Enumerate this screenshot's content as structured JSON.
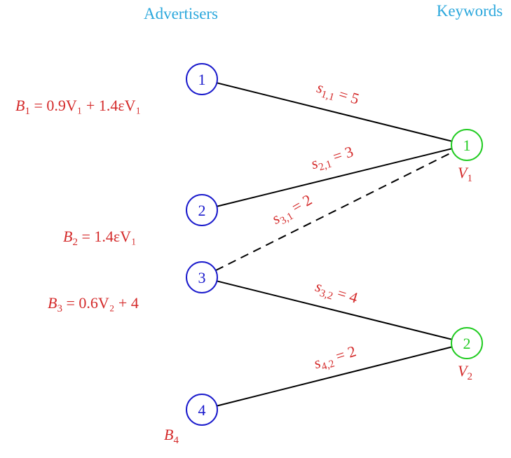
{
  "headers": {
    "advertisers": "Advertisers",
    "keywords": "Keywords"
  },
  "colors": {
    "header": "#2aa7dc",
    "advertiser_node": "#1a1acc",
    "keyword_node": "#22cc22",
    "label": "#d42a2a",
    "edge": "#000000"
  },
  "advertisers": [
    {
      "id": "1",
      "budget_main": "B",
      "budget_sub": "1",
      "budget_expr": " = 0.9V₁ + 1.4εV₁"
    },
    {
      "id": "2",
      "budget_main": "B",
      "budget_sub": "2",
      "budget_expr": " = 1.4εV₁"
    },
    {
      "id": "3",
      "budget_main": "B",
      "budget_sub": "3",
      "budget_expr": " = 0.6V₂ + 4"
    },
    {
      "id": "4",
      "budget_main": "B",
      "budget_sub": "4",
      "budget_expr": ""
    }
  ],
  "keywords": [
    {
      "id": "1",
      "value_main": "V",
      "value_sub": "1"
    },
    {
      "id": "2",
      "value_main": "V",
      "value_sub": "2"
    }
  ],
  "edges": [
    {
      "from": 0,
      "to": 0,
      "style": "solid",
      "label_main": "s",
      "label_sub": "1,1",
      "label_val": " = 5"
    },
    {
      "from": 1,
      "to": 0,
      "style": "solid",
      "label_main": "s",
      "label_sub": "2,1",
      "label_val": " = 3"
    },
    {
      "from": 2,
      "to": 0,
      "style": "dashed",
      "label_main": "s",
      "label_sub": "3,1",
      "label_val": " = 2"
    },
    {
      "from": 2,
      "to": 1,
      "style": "solid",
      "label_main": "s",
      "label_sub": "3,2",
      "label_val": " = 4"
    },
    {
      "from": 3,
      "to": 1,
      "style": "solid",
      "label_main": "s",
      "label_sub": "4,2",
      "label_val": " = 2"
    }
  ]
}
